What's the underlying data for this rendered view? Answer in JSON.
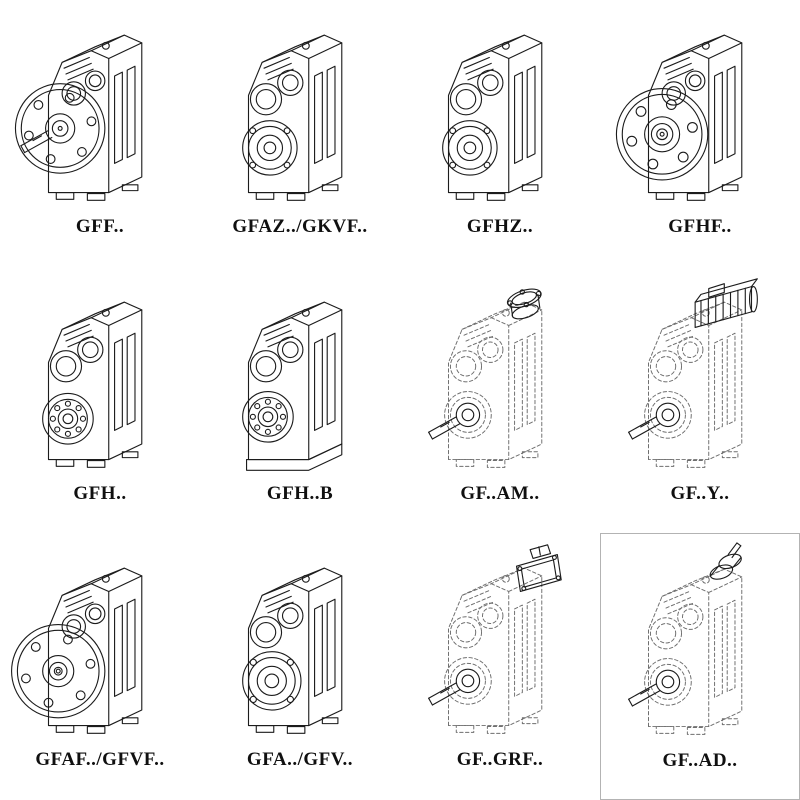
{
  "page": {
    "background": "#ffffff",
    "line_color": "#1c1c1c",
    "dashed_line_color": "#6e6e6e",
    "description": "Catalog sheet of parallel-shaft helical gearbox model variants, technical isometric line drawings"
  },
  "grid": {
    "columns": 4,
    "rows": 3,
    "items": [
      {
        "label": "GFF..",
        "icon": "gearbox-output-flange-shaft-drawing",
        "variant": "flange_shaft",
        "dashed": false,
        "boxed": false
      },
      {
        "label": "GFAZ../GKVF..",
        "icon": "gearbox-hollow-shaft-drawing",
        "variant": "rings",
        "dashed": false,
        "boxed": false
      },
      {
        "label": "GFHZ..",
        "icon": "gearbox-hollow-shaft-drawing",
        "variant": "rings",
        "dashed": false,
        "boxed": false
      },
      {
        "label": "GFHF..",
        "icon": "gearbox-flange-hollow-drawing",
        "variant": "flange_hollow",
        "dashed": false,
        "boxed": false
      },
      {
        "label": "GFH..",
        "icon": "gearbox-foot-mounted-drawing",
        "variant": "foot",
        "dashed": false,
        "boxed": false
      },
      {
        "label": "GFH..B",
        "icon": "gearbox-foot-base-drawing",
        "variant": "foot_base",
        "dashed": false,
        "boxed": false
      },
      {
        "label": "GF..AM..",
        "icon": "gearbox-motor-adapter-flange-drawing",
        "variant": "am",
        "dashed": true,
        "boxed": false
      },
      {
        "label": "GF..Y..",
        "icon": "gearbox-with-motor-drawing",
        "variant": "motor",
        "dashed": true,
        "boxed": false
      },
      {
        "label": "GFAF../GFVF..",
        "icon": "gearbox-flange-hollow-drawing",
        "variant": "flange_hollow2",
        "dashed": false,
        "boxed": false
      },
      {
        "label": "GFA../GFV..",
        "icon": "gearbox-hollow-shaft-drawing",
        "variant": "rings2",
        "dashed": false,
        "boxed": false
      },
      {
        "label": "GF..GRF..",
        "icon": "gearbox-grf-mount-drawing",
        "variant": "grf",
        "dashed": true,
        "boxed": false
      },
      {
        "label": "GF..AD..",
        "icon": "gearbox-input-adapter-drawing",
        "variant": "ad",
        "dashed": true,
        "boxed": true
      }
    ]
  }
}
